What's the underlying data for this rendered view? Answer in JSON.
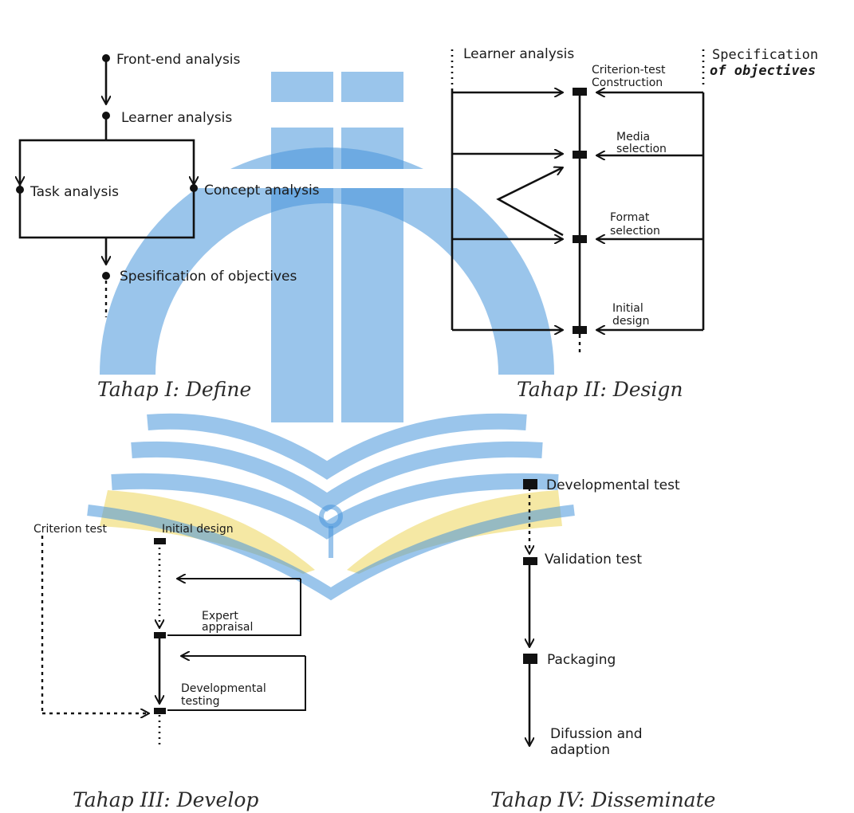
{
  "watermark": {
    "colors": {
      "blue": "#3e8fd9",
      "yellow": "#f5e7a0"
    },
    "icon": "open-book-pen-logo"
  },
  "stage1": {
    "caption": "Tahap I: Define",
    "front_end": "Front-end analysis",
    "learner": "Learner analysis",
    "task": "Task analysis",
    "concept": "Concept analysis",
    "objectives": "Spesification of objectives"
  },
  "stage2": {
    "caption": "Tahap II: Design",
    "learner": "Learner analysis",
    "criterion_1": "Criterion-test",
    "criterion_2": "Construction",
    "spec_1": "Specification",
    "spec_2": "of objectives",
    "media_1": "Media",
    "media_2": "selection",
    "format_1": "Format",
    "format_2": "selection",
    "initial_1": "Initial",
    "initial_2": "design"
  },
  "stage3": {
    "caption": "Tahap III: Develop",
    "criterion": "Criterion test",
    "initial": "Initial design",
    "expert_1": "Expert",
    "expert_2": "appraisal",
    "devtest_1": "Developmental",
    "devtest_2": "testing"
  },
  "stage4": {
    "caption": "Tahap IV: Disseminate",
    "devtest": "Developmental test",
    "validation": "Validation test",
    "packaging": "Packaging",
    "diffusion_1": "Difussion and",
    "diffusion_2": "adaption"
  }
}
